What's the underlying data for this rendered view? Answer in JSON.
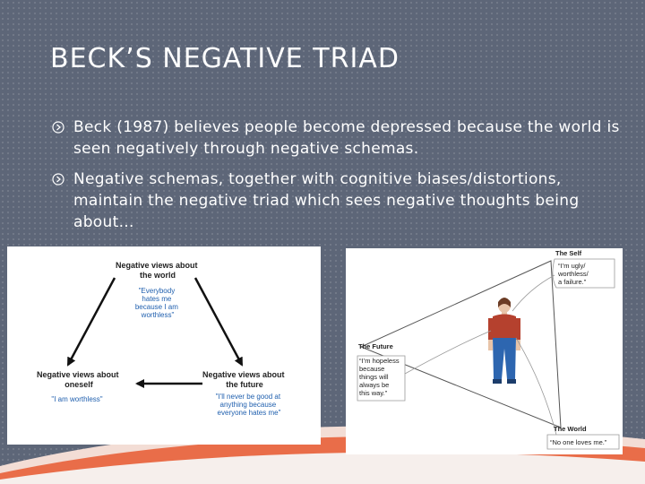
{
  "slide": {
    "title": "BECK’S NEGATIVE TRIAD",
    "bullets": [
      "Beck (1987) believes people become depressed because the world is seen negatively through negative schemas.",
      "Negative schemas, together with cognitive biases/distortions, maintain the negative triad which sees negative thoughts being about…"
    ]
  },
  "figure_left": {
    "top_heading": [
      "Negative views about",
      "the world"
    ],
    "top_quote": [
      "\"Everybody",
      "hates me",
      "because I am",
      "worthless\""
    ],
    "left_heading": [
      "Negative views about",
      "oneself"
    ],
    "left_quote": "\"I am worthless\"",
    "right_heading": [
      "Negative views about",
      "the future"
    ],
    "right_quote": [
      "\"I'll never be good at",
      "anything because",
      "everyone hates me\""
    ]
  },
  "figure_right": {
    "self_heading": "The Self",
    "self_quote": [
      "“I’m ugly/",
      "worthless/",
      "a failure.”"
    ],
    "future_heading": "The Future",
    "future_quote": [
      "“I’m hopeless",
      "because",
      "things will",
      "always be",
      "this way.”"
    ],
    "world_heading": "The World",
    "world_quote": "“No one loves me.”"
  },
  "colors": {
    "background": "#5d6678",
    "accent_orange": "#e8603a",
    "quote_blue": "#1f5fae",
    "figure_text": "#222222"
  },
  "icons": {
    "bullet": "circled-arrow-right-icon"
  }
}
